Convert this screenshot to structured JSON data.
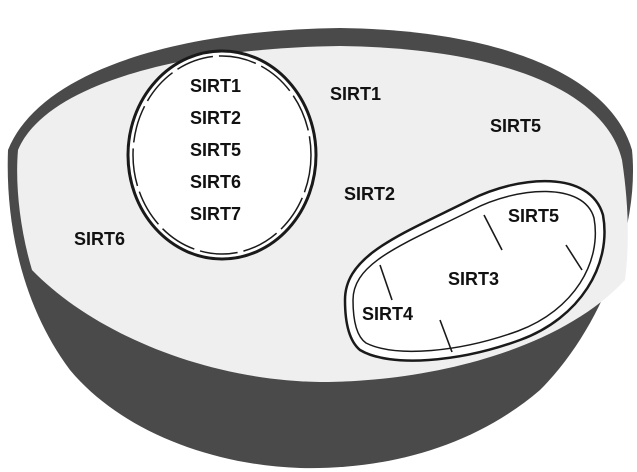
{
  "nucleus": {
    "labels": [
      "SIRT1",
      "SIRT2",
      "SIRT5",
      "SIRT6",
      "SIRT7"
    ]
  },
  "cytoplasm": {
    "labels": [
      "SIRT1",
      "SIRT5",
      "SIRT2",
      "SIRT6"
    ]
  },
  "mitochondrion": {
    "labels": [
      "SIRT5",
      "SIRT3",
      "SIRT4"
    ]
  },
  "colors": {
    "cell_shell": "#4a4a4a",
    "cytoplasm_fill": "#efefef",
    "membrane_stroke": "#1a1a1a",
    "organelle_fill": "#ffffff",
    "label_text": "#111111"
  }
}
